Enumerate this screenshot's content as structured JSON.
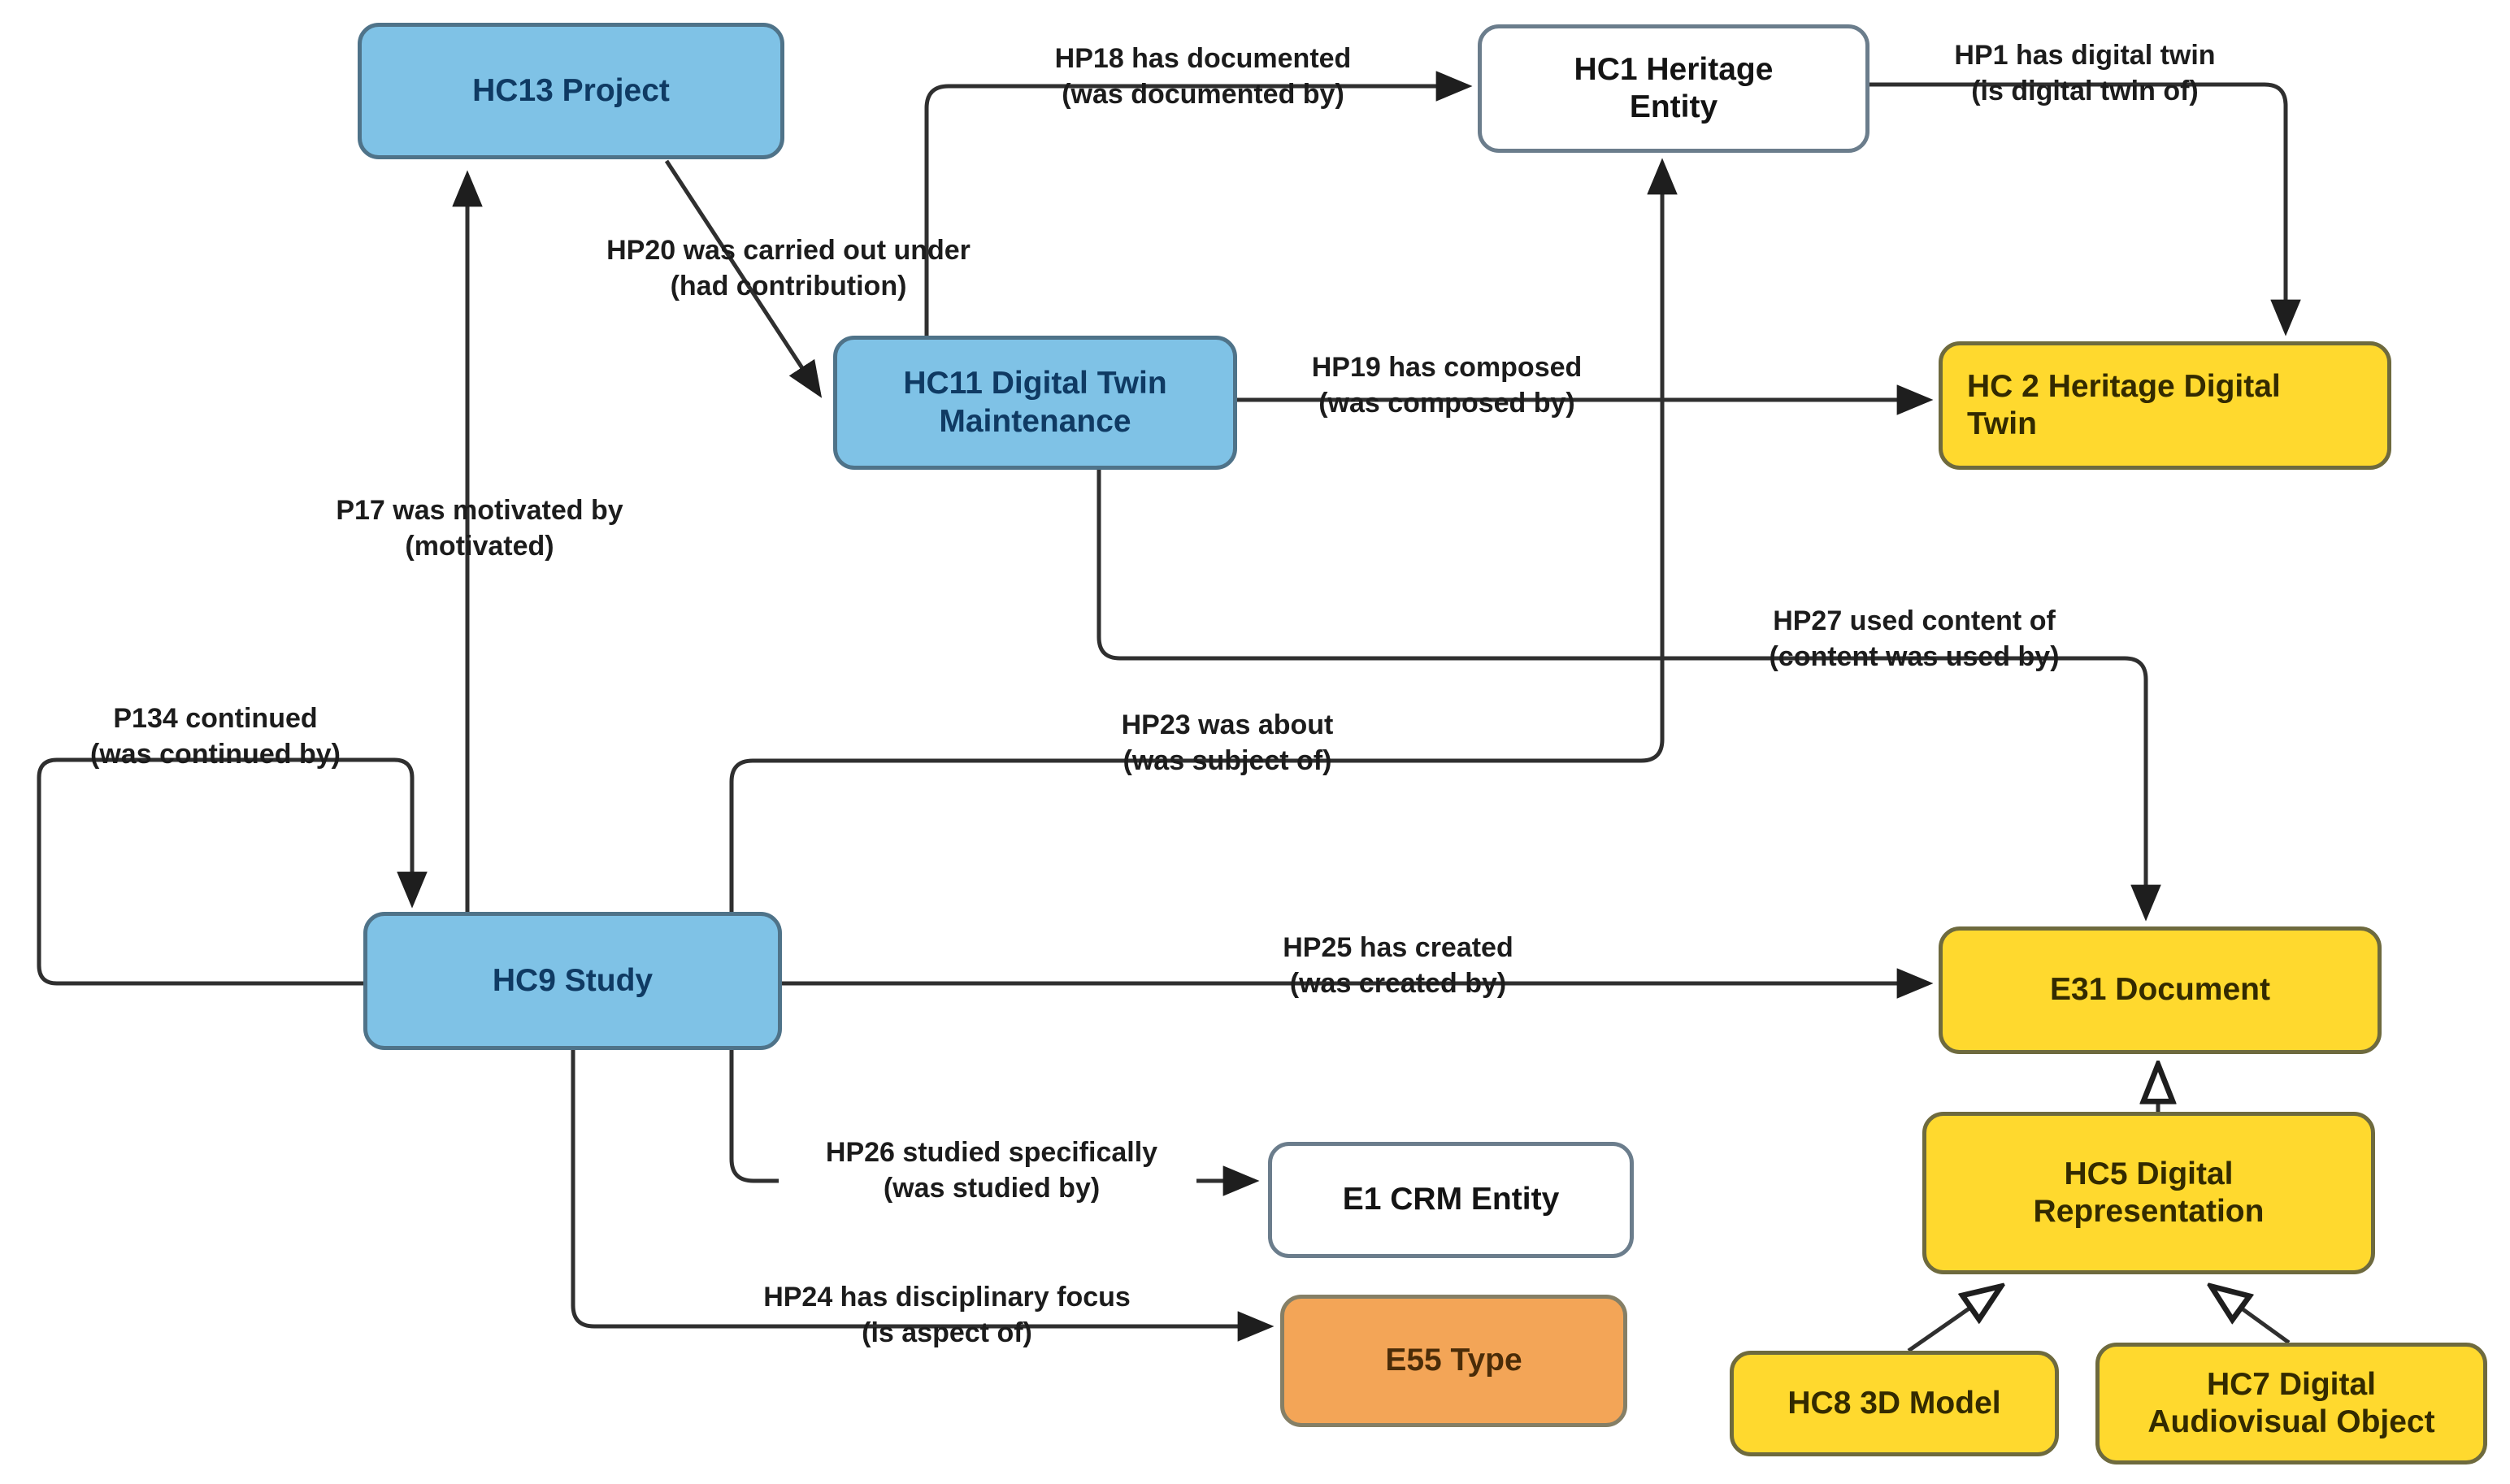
{
  "diagram": {
    "title": "Heritage Digital Twin ontology diagram",
    "nodes": {
      "hc13": {
        "label": "HC13 Project"
      },
      "hc1": {
        "label": "HC1 Heritage\nEntity"
      },
      "hc11": {
        "label": "HC11 Digital Twin\nMaintenance"
      },
      "hc2": {
        "label": "HC 2 Heritage Digital\nTwin"
      },
      "hc9": {
        "label": "HC9 Study"
      },
      "e31": {
        "label": "E31 Document"
      },
      "hc5": {
        "label": "HC5 Digital\nRepresentation"
      },
      "e1": {
        "label": "E1 CRM Entity"
      },
      "e55": {
        "label": "E55 Type"
      },
      "hc8": {
        "label": "HC8 3D Model"
      },
      "hc7": {
        "label": "HC7 Digital\nAudiovisual Object"
      }
    },
    "edges": {
      "hp18": {
        "label": "HP18 has documented\n(was documented by)",
        "from": "HC11",
        "to": "HC1"
      },
      "hp1": {
        "label": "HP1 has digital twin\n(is digital twin of)",
        "from": "HC1",
        "to": "HC2"
      },
      "hp20": {
        "label": "HP20 was carried out under\n(had contribution)",
        "from": "HC13",
        "to": "HC11"
      },
      "p17": {
        "label": "P17 was motivated by\n(motivated)",
        "from": "HC9",
        "to": "HC13"
      },
      "hp19": {
        "label": "HP19 has composed\n(was composed by)",
        "from": "HC11",
        "to": "HC2"
      },
      "hp27": {
        "label": "HP27 used content of\n(content was used by)",
        "from": "HC11",
        "to": "E31"
      },
      "hp23": {
        "label": "HP23 was about\n(was subject of)",
        "from": "HC9",
        "to": "HC1"
      },
      "p134": {
        "label": "P134 continued\n(was continued by)",
        "from": "HC9",
        "to": "HC9"
      },
      "hp25": {
        "label": "HP25 has created\n(was created by)",
        "from": "HC9",
        "to": "E31"
      },
      "hp26": {
        "label": "HP26 studied specifically\n(was studied by)",
        "from": "HC9",
        "to": "E1"
      },
      "hp24": {
        "label": "HP24 has disciplinary focus\n(is aspect of)",
        "from": "HC9",
        "to": "E55"
      },
      "sub_hc5_e31": {
        "label": "",
        "from": "HC5",
        "to": "E31",
        "kind": "subclass"
      },
      "sub_hc8_hc5": {
        "label": "",
        "from": "HC8",
        "to": "HC5",
        "kind": "subclass"
      },
      "sub_hc7_hc5": {
        "label": "",
        "from": "HC7",
        "to": "HC5",
        "kind": "subclass"
      }
    },
    "colors": {
      "node_blue_fill": "#7fc2e6",
      "node_blue_border": "#4f7389",
      "node_blue_text": "#0f3a63",
      "node_yellow_fill": "#ffd92e",
      "node_yellow_border": "#6e6a3e",
      "node_yellow_text": "#332a00",
      "node_orange_fill": "#f3a557",
      "node_orange_border": "#857f66",
      "node_white_fill": "#ffffff",
      "node_white_border": "#6b7d8c",
      "connector": "#2f2f2f",
      "label_text": "#1c1c1c",
      "background": "#ffffff"
    }
  }
}
